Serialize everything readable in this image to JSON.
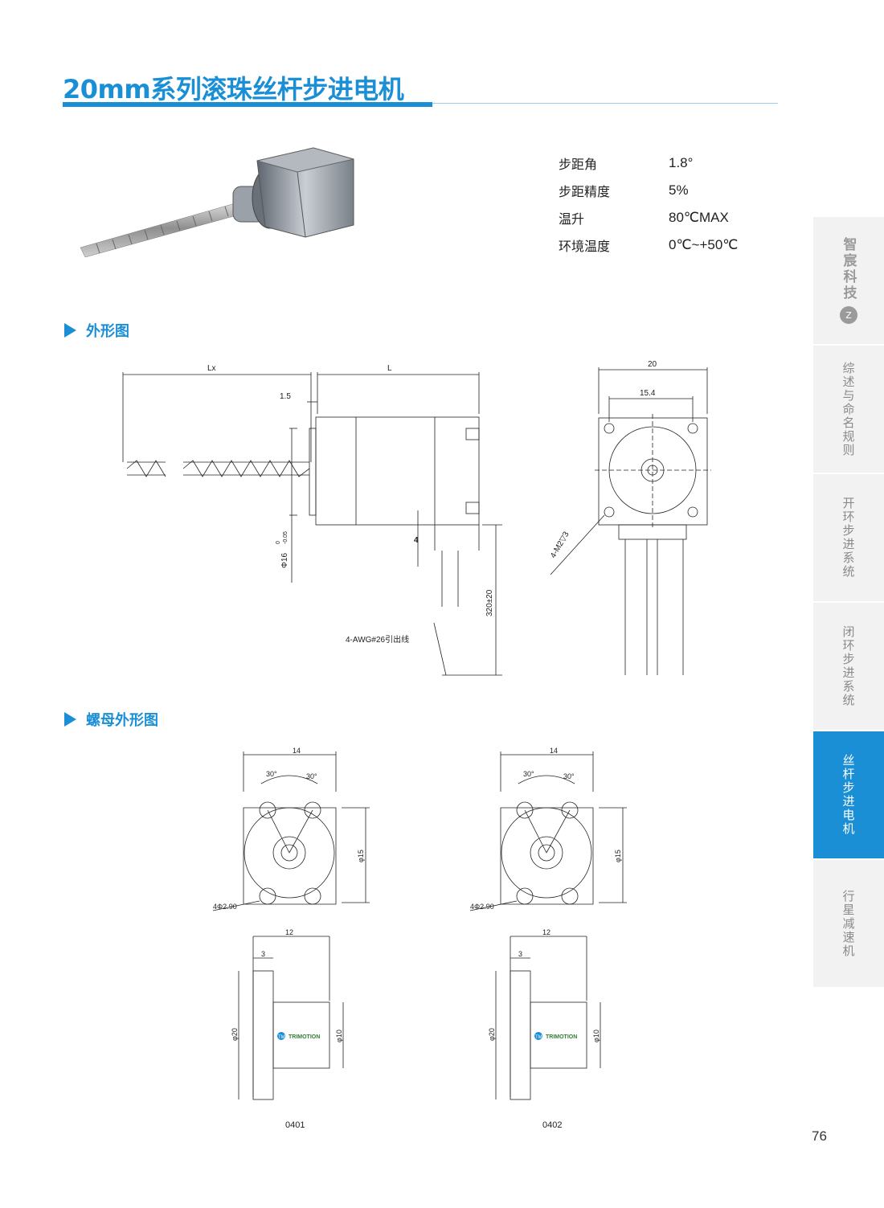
{
  "header": {
    "title": "20mm系列滚珠丝杆步进电机"
  },
  "specs": [
    {
      "label": "步距角",
      "value": "1.8°"
    },
    {
      "label": "步距精度",
      "value": "5%"
    },
    {
      "label": "温升",
      "value": "80℃MAX"
    },
    {
      "label": "环境温度",
      "value": "0℃~+50℃"
    }
  ],
  "sections": {
    "outline": "外形图",
    "nut_outline": "螺母外形图"
  },
  "drawing": {
    "lx": "Lx",
    "l": "L",
    "d15": "1.5",
    "d4": "4",
    "shaft_dia": "Φ16",
    "tol_upper": "0",
    "tol_lower": "-0.05",
    "lead_len": "320±20",
    "lead_note": "4-AWG#26引出线",
    "front_w": "20",
    "front_hole": "15.4",
    "mount_hole": "4-M2▽3"
  },
  "nut": {
    "w": "14",
    "angle": "30°",
    "dia15": "φ15",
    "holes": "4Φ2.90",
    "len": "12",
    "flange": "3",
    "dia20": "φ20",
    "dia10": "φ10",
    "logo": "TRIMOTION",
    "logo_abbr": "TM"
  },
  "nut_captions": [
    "0401",
    "0402"
  ],
  "sidebar": {
    "brand": "智宸科技",
    "brand_mark": "Z",
    "items": [
      "综述与命名规则",
      "开环步进系统",
      "闭环步进系统",
      "丝杆步进电机",
      "行星减速机"
    ]
  },
  "page_number": "76",
  "colors": {
    "accent": "#1a8fd6",
    "sidebar_bg": "#f2f2f2",
    "sidebar_text": "#8a8a8a"
  }
}
